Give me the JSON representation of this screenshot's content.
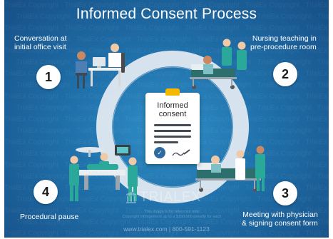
{
  "title": "Informed Consent Process",
  "center_card": {
    "title_line1": "Informed",
    "title_line2": "consent"
  },
  "steps": [
    {
      "number": "1",
      "label_line1": "Conversation at",
      "label_line2": "initial office visit"
    },
    {
      "number": "2",
      "label_line1": "Nursing teaching in",
      "label_line2": "pre-procedure room"
    },
    {
      "number": "3",
      "label_line1": "Meeting with physician",
      "label_line2": "& signing consent form"
    },
    {
      "number": "4",
      "label_line1": "Procedural pause",
      "label_line2": ""
    }
  ],
  "brand": "TRIALEX",
  "watermark_text": "TrialEx Copyright",
  "footer": "www.trialex.com  |  800-591-1123",
  "fine_print": {
    "line1": "This image is for reference only",
    "line2": "Copyright infringement up to a $150,000 penalty for each"
  },
  "colors": {
    "background": "#1f6fa9",
    "ring": "#e6edf3",
    "clip": "#f5b700",
    "scrubs": "#2aa89a"
  }
}
